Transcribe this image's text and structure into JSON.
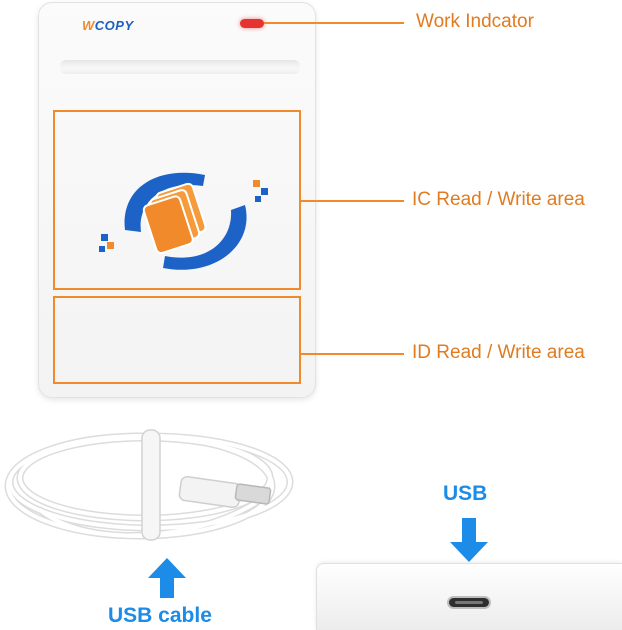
{
  "brand": {
    "prefix": "W",
    "name": "COPY"
  },
  "callouts": {
    "indicator": "Work Indcator",
    "ic_area": "IC Read / Write area",
    "id_area": "ID Read / Write area"
  },
  "usb": {
    "port_label": "USB",
    "cable_label": "USB cable"
  },
  "colors": {
    "accent_orange": "#f08a2a",
    "label_blue": "#1c8ce8",
    "logo_blue": "#1d5fbf",
    "indicator_red": "#e3342f"
  }
}
